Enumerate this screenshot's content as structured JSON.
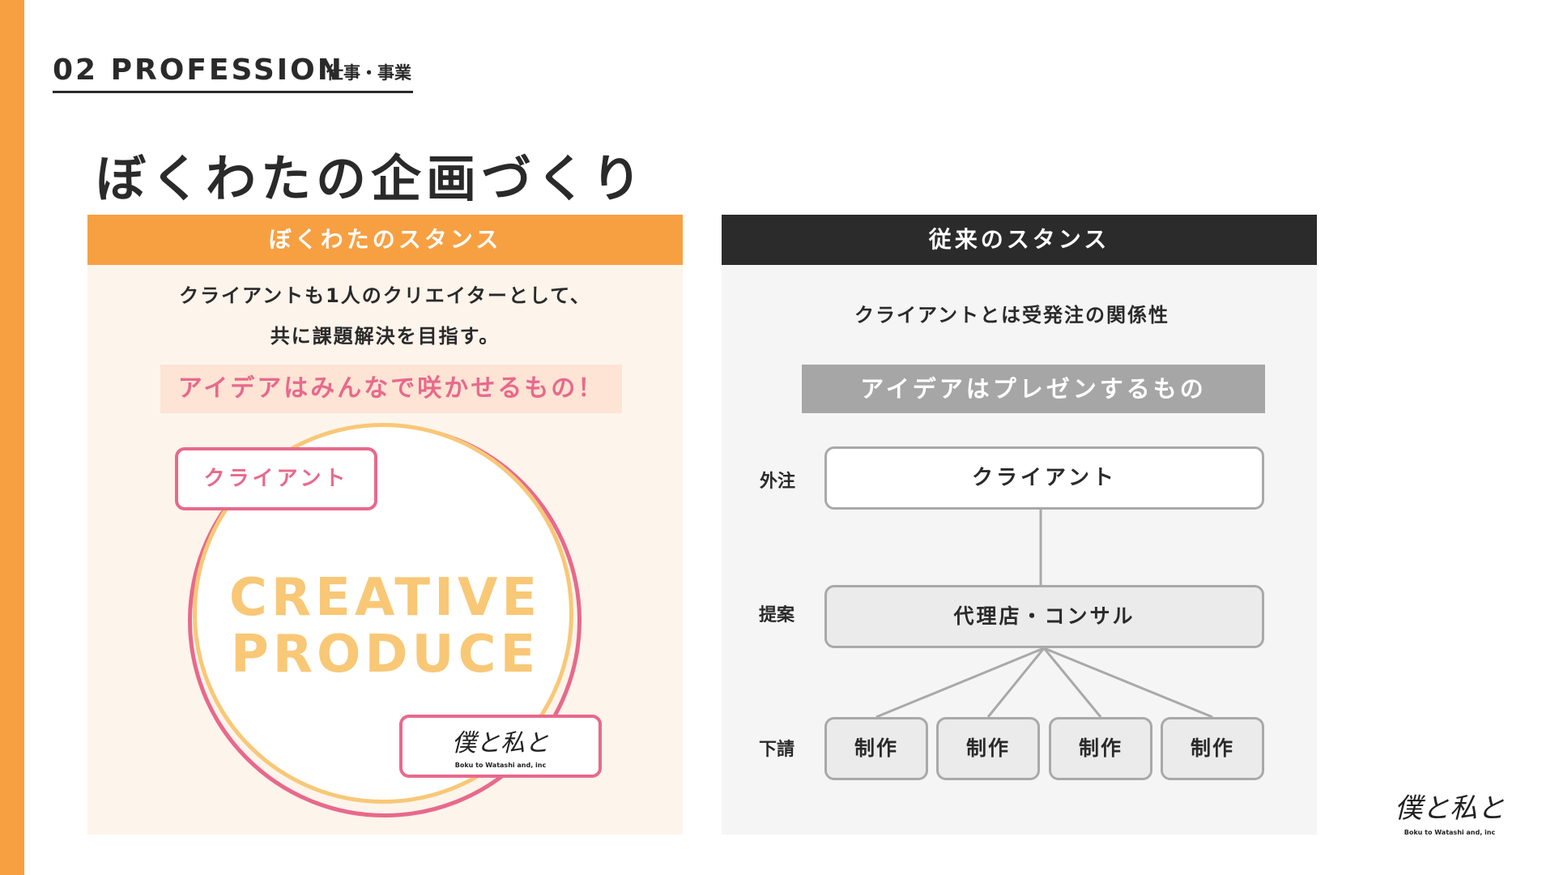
{
  "colors": {
    "accent_orange": "#f7a042",
    "pink": "#e8698c",
    "creative_text": "#f8c877",
    "left_panel_bg": "#fdf4ec",
    "tag_bg": "#fde4d4",
    "right_head_bg": "#2b2b2b",
    "right_panel_bg": "#f5f5f5",
    "gray_tag_bg": "#a6a6a6"
  },
  "header": {
    "section_number": "02 PROFESSION",
    "section_label": "仕事・事業"
  },
  "page_title": "ぼくわたの企画づくり",
  "left_panel": {
    "heading": "ぼくわたのスタンス",
    "lead_line1": "クライアントも1人のクリエイターとして、",
    "lead_line2": "共に課題解決を目指す。",
    "tagline": "アイデアはみんなで咲かせるもの！",
    "client_tag": "クライアント",
    "center_line1": "CREATIVE",
    "center_line2": "PRODUCE",
    "logo_script": "僕と私と",
    "logo_caption": "Boku to Watashi and, inc"
  },
  "right_panel": {
    "heading": "従来のスタンス",
    "lead": "クライアントとは受発注の関係性",
    "tagline": "アイデアはプレゼンするもの",
    "roles": [
      "外注",
      "提案",
      "下請"
    ],
    "client_node": "クライアント",
    "agency_node": "代理店・コンサル",
    "sub_nodes": [
      "制作",
      "制作",
      "制作",
      "制作"
    ]
  },
  "corner_logo": {
    "script": "僕と私と",
    "caption": "Boku to Watashi and, inc"
  }
}
